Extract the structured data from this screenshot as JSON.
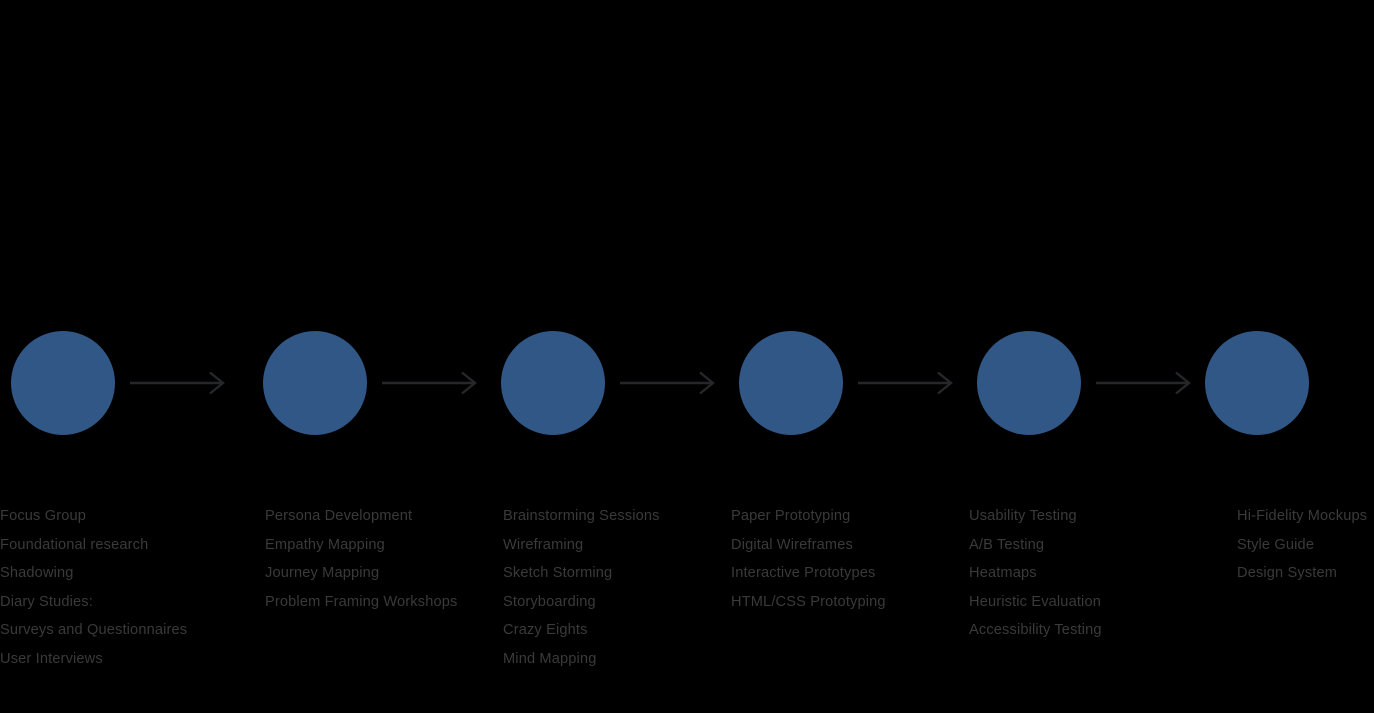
{
  "diagram": {
    "type": "linear-process-flow",
    "background_color": "#000000",
    "node_color": "#305785",
    "arrow_color": "#25272b",
    "text_color": "#3a3a3a",
    "stage_count": 6,
    "stages": [
      {
        "index": 1,
        "node_name": "stage-node-1",
        "items": [
          "Focus Group",
          "Foundational research",
          "Shadowing",
          "Diary Studies:",
          "Surveys and Questionnaires",
          "User Interviews"
        ]
      },
      {
        "index": 2,
        "node_name": "stage-node-2",
        "items": [
          "Persona Development",
          "Empathy Mapping",
          "Journey Mapping",
          "Problem Framing Workshops"
        ]
      },
      {
        "index": 3,
        "node_name": "stage-node-3",
        "items": [
          "Brainstorming Sessions",
          "Wireframing",
          "Sketch Storming",
          "Storyboarding",
          "Crazy Eights",
          "Mind Mapping"
        ]
      },
      {
        "index": 4,
        "node_name": "stage-node-4",
        "items": [
          "Paper Prototyping",
          "Digital Wireframes",
          "Interactive Prototypes",
          "HTML/CSS Prototyping"
        ]
      },
      {
        "index": 5,
        "node_name": "stage-node-5",
        "items": [
          "Usability Testing",
          "A/B Testing",
          "Heatmaps",
          "Heuristic Evaluation",
          "Accessibility Testing"
        ]
      },
      {
        "index": 6,
        "node_name": "stage-node-6",
        "items": [
          "Hi-Fidelity Mockups",
          "Style Guide",
          "Design System"
        ]
      }
    ],
    "connectors": [
      {
        "name": "arrow-1-to-2",
        "icon": "arrow-right-icon"
      },
      {
        "name": "arrow-2-to-3",
        "icon": "arrow-right-icon"
      },
      {
        "name": "arrow-3-to-4",
        "icon": "arrow-right-icon"
      },
      {
        "name": "arrow-4-to-5",
        "icon": "arrow-right-icon"
      },
      {
        "name": "arrow-5-to-6",
        "icon": "arrow-right-icon"
      }
    ]
  }
}
